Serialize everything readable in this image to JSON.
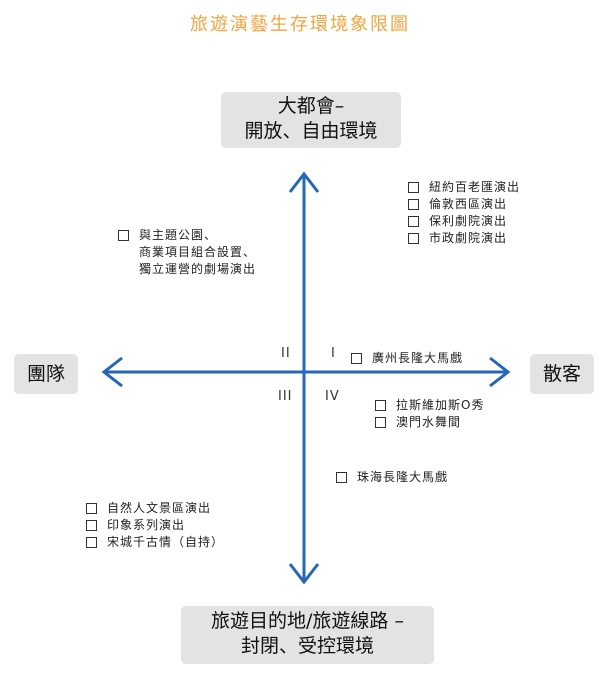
{
  "title": "旅遊演藝生存環境象限圖",
  "poles": {
    "top": [
      "大都會–",
      "開放、自由環境"
    ],
    "bottom": [
      "旅遊目的地/旅遊線路 –",
      "封閉、受控環境"
    ],
    "left": "團隊",
    "right": "散客"
  },
  "quadrants": {
    "q1": "I",
    "q2": "II",
    "q3": "III",
    "q4": "IV"
  },
  "groups": {
    "top_right": [
      "紐約百老匯演出",
      "倫敦西區演出",
      "保利劇院演出",
      "市政劇院演出"
    ],
    "top_left": [
      "與主題公園、",
      "商業項目組合設置、",
      "獨立運營的劇場演出"
    ],
    "near_axis_right": [
      "廣州長隆大馬戲"
    ],
    "lower_right": [
      "拉斯維加斯O秀",
      "澳門水舞間"
    ],
    "lower_right_2": [
      "珠海長隆大馬戲"
    ],
    "bottom_left": [
      "自然人文景區演出",
      "印象系列演出",
      "宋城千古情（自持）"
    ]
  },
  "colors": {
    "title": "#f2a541",
    "axis": "#2567b4",
    "pole_box": "#e3e3e3"
  }
}
